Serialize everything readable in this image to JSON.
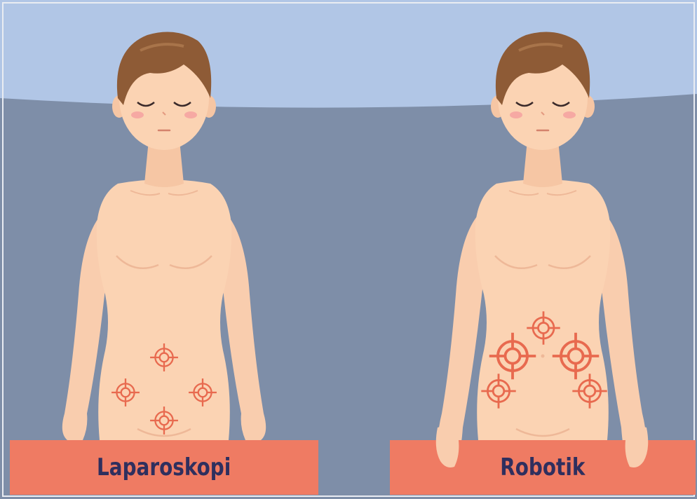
{
  "panels": [
    {
      "label": "Laparoskopi",
      "incision_count": 4
    },
    {
      "label": "Robotik",
      "incision_count": 5
    }
  ],
  "colors": {
    "sky": "#b1c6e6",
    "wall": "#7e8ea8",
    "skin": "#fbd3b3",
    "skin_shadow": "#eeb898",
    "hair": "#8e5b36",
    "label_bg": "#ef7b63",
    "label_text": "#2f2f5e",
    "incision_marker": "#e86a4f",
    "blush": "#f6a9a3"
  },
  "icons": {
    "incision_marker": "crosshair-target-icon"
  }
}
